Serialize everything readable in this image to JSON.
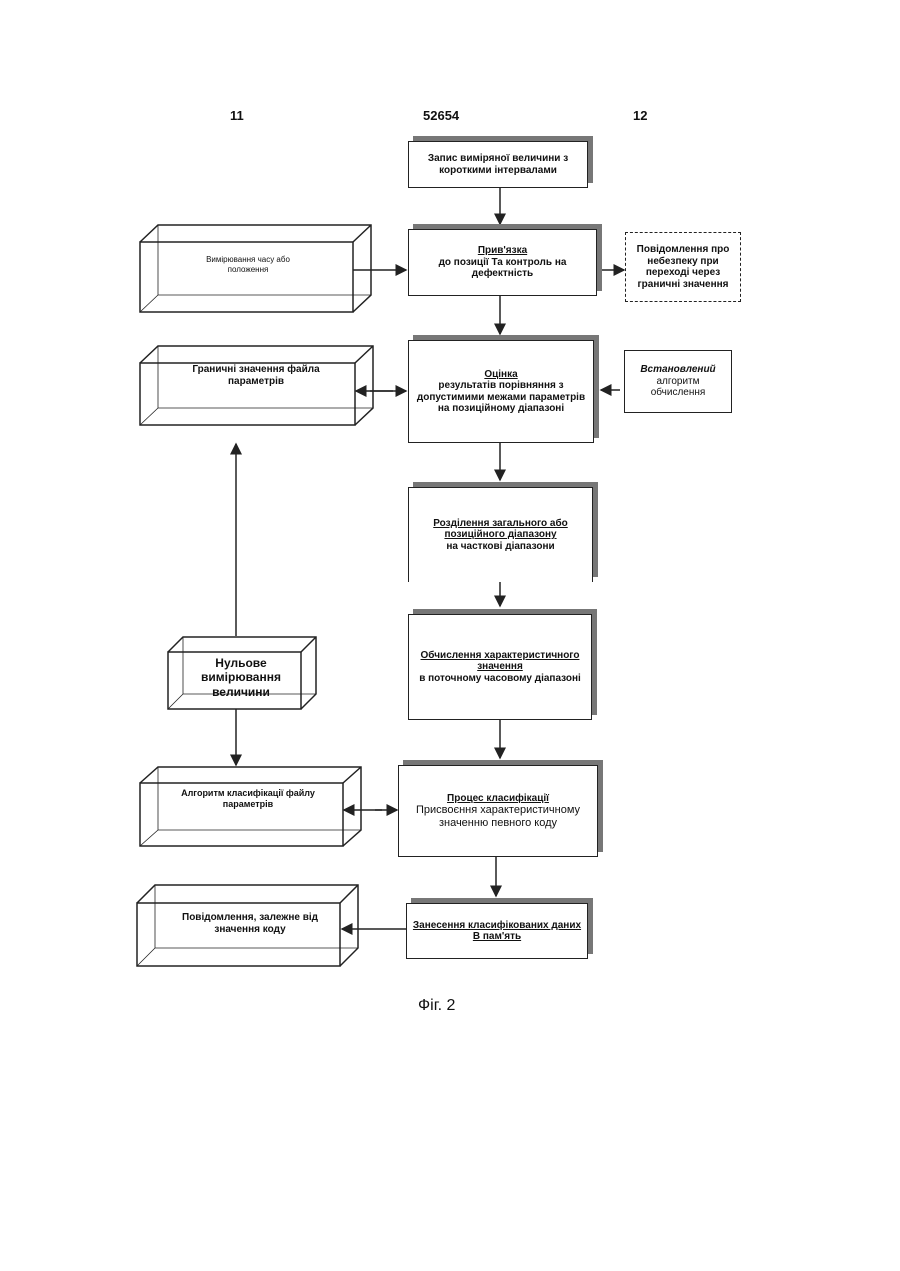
{
  "header": {
    "left_number": "11",
    "center_number": "52654",
    "right_number": "12"
  },
  "flow": {
    "record": "Запис виміряної величини з короткими інтервалами",
    "binding_title": "Прив'язка",
    "binding_text": "до позиції Та контроль на дефектність",
    "evaluation_title": "Оцінка",
    "evaluation_text": "результатів порівняння з допустимими межами параметрів на позиційному діапазоні",
    "division_title": "Розділення загального або позиційного діапазону",
    "division_text": "на часткові діапазони",
    "calculation_title": "Обчислення характеристичного значення",
    "calculation_text": "в поточному часовому діапазоні",
    "classification_title": "Процес класифікації",
    "classification_text": "Присвоєння характеристичному значенню певного коду",
    "storage_text": "Занесення класифікованих даних В пам'ять"
  },
  "side": {
    "measuring": "Вимірювання часу або положення",
    "limits_file": "Граничні значення файла параметрів",
    "zero_measuring": "Нульове вимірювання величини",
    "class_algorithm": "Алгоритм класифікації файлу параметрів",
    "code_message": "Повідомлення, залежне від значення коду",
    "danger_message": "Повідомлення про небезпеку при переході через граничні значення",
    "algorithm_set_1": "Встановлений",
    "algorithm_set_2": "алгоритм обчислення"
  },
  "caption": "Фіг. 2"
}
